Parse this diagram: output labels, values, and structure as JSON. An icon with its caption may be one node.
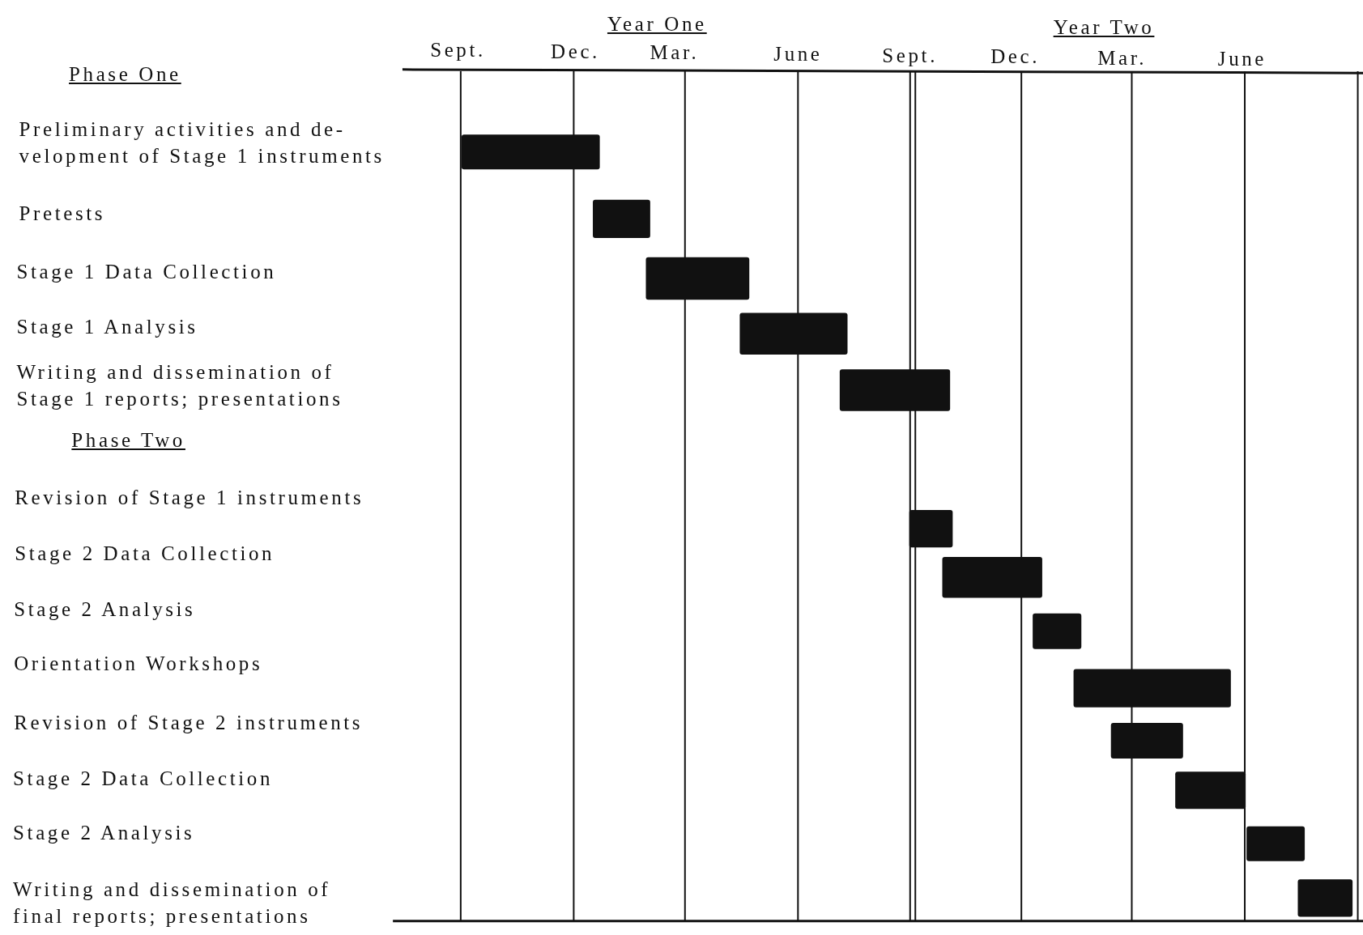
{
  "diagram": {
    "labels": [
      "Year One",
      "Year Two",
      "Sept.",
      "Dec.",
      "Mar.",
      "June",
      "Sept.",
      "Dec.",
      "Mar.",
      "June",
      "Phase One",
      "Preliminary activities and de-velopment of Stage 1 instruments",
      "Pretests",
      "Stage 1 Data Collection",
      "Stage 1 Analysis",
      "Writing and dissemination of Stage 1 reports; presentations",
      "Phase Two",
      "Revision of Stage 1 instruments",
      "Stage 2 Data Collection",
      "Stage 2 Analysis",
      "Orientation Workshops",
      "Revision of Stage 2 instruments",
      "Stage 2 Data Collection",
      "Stage 2 Analysis",
      "Writing and dissemination of final reports; presentations"
    ]
  }
}
